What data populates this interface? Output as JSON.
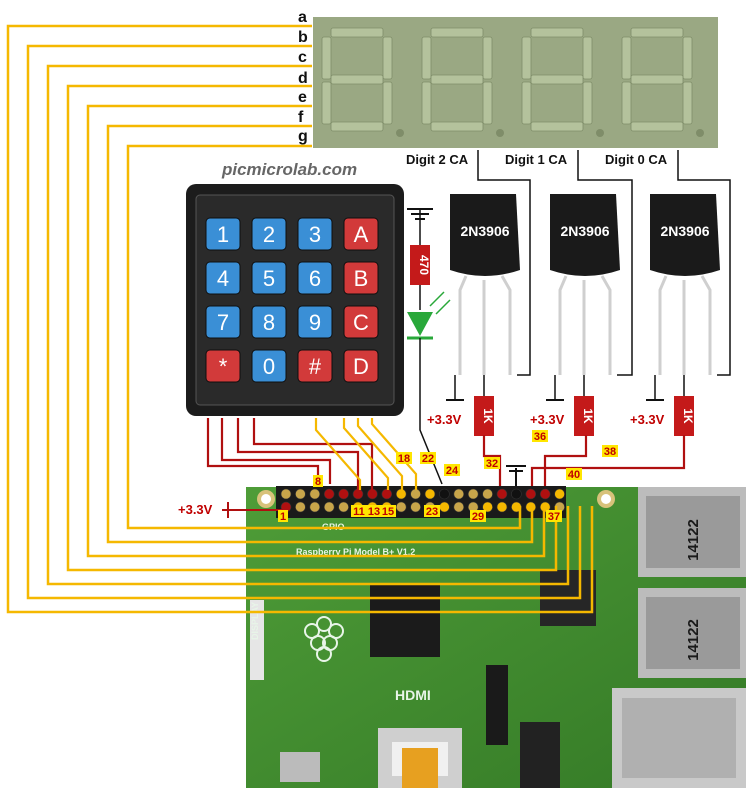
{
  "diagram": {
    "brand": "picmicrolab.com",
    "segment_labels": [
      "a",
      "b",
      "c",
      "d",
      "e",
      "f",
      "g"
    ],
    "digit_labels": [
      "Digit 2 CA",
      "Digit 1 CA",
      "Digit 0 CA"
    ],
    "transistor_label": "2N3906",
    "base_resistor_label": "1K",
    "led_resistor_label": "470",
    "supply_label": "+3.3V",
    "keypad_keys": [
      "1",
      "2",
      "3",
      "A",
      "4",
      "5",
      "6",
      "B",
      "7",
      "8",
      "9",
      "C",
      "*",
      "0",
      "#",
      "D"
    ],
    "pin_labels": {
      "p1": "1",
      "p8": "8",
      "p11": "11",
      "p13": "13",
      "p15": "15",
      "p18": "18",
      "p22": "22",
      "p23": "23",
      "p24": "24",
      "p29": "29",
      "p32": "32",
      "p36": "36",
      "p37": "37",
      "p38": "38",
      "p40": "40"
    },
    "board": {
      "hdmi": "HDMI",
      "usb_code": "14122",
      "model_text": "Raspberry Pi Model B+ V1.2",
      "gpio": "GPIO",
      "display": "DISPLAY"
    },
    "colors": {
      "segment_wire": "#f5b800",
      "keypad_wire": "#b01010",
      "pcb": "#3f8a2e",
      "display_glass": "#9aa883"
    }
  }
}
